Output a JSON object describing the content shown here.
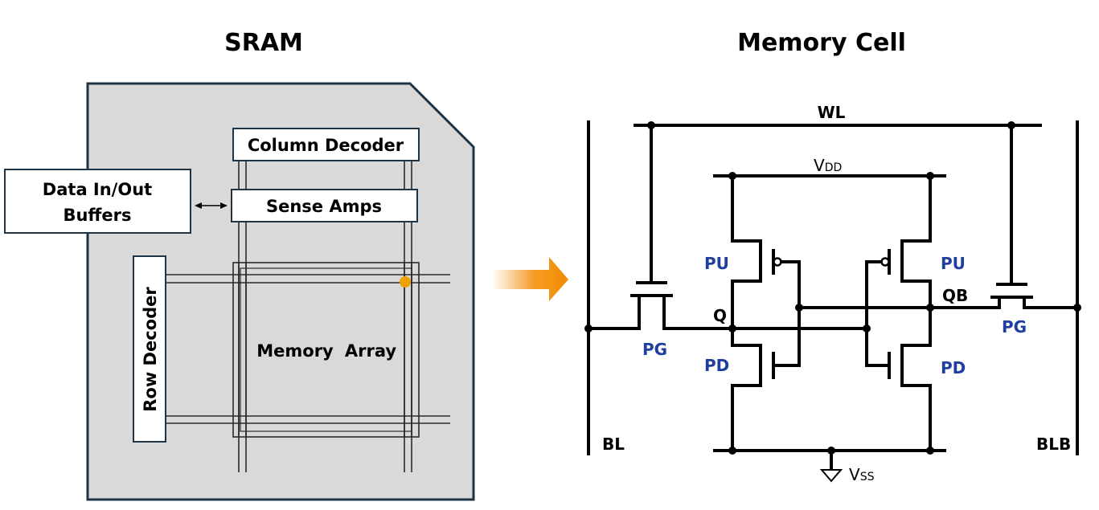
{
  "sram": {
    "title": "SRAM",
    "column_decoder": "Column Decoder",
    "sense_amps": "Sense Amps",
    "data_buffers_line1": "Data In/Out",
    "data_buffers_line2": "Buffers",
    "row_decoder": "Row Decoder",
    "memory_array_word1": "Memory",
    "memory_array_word2": "Array",
    "chip_fill": "#d9d9d9",
    "chip_border": "#1d3446",
    "selected_cell_color": "#f0a000"
  },
  "arrow": {
    "color": "#f28c00"
  },
  "cell": {
    "title": "Memory Cell",
    "wl": "WL",
    "vdd_main": "V",
    "vdd_sub": "DD",
    "vss_main": "V",
    "vss_sub": "SS",
    "q": "Q",
    "qb": "QB",
    "bl": "BL",
    "blb": "BLB",
    "pu_left": "PU",
    "pu_right": "PU",
    "pd_left": "PD",
    "pd_right": "PD",
    "pg_left": "PG",
    "pg_right": "PG",
    "transistor_label_color": "#1f3fa0"
  }
}
